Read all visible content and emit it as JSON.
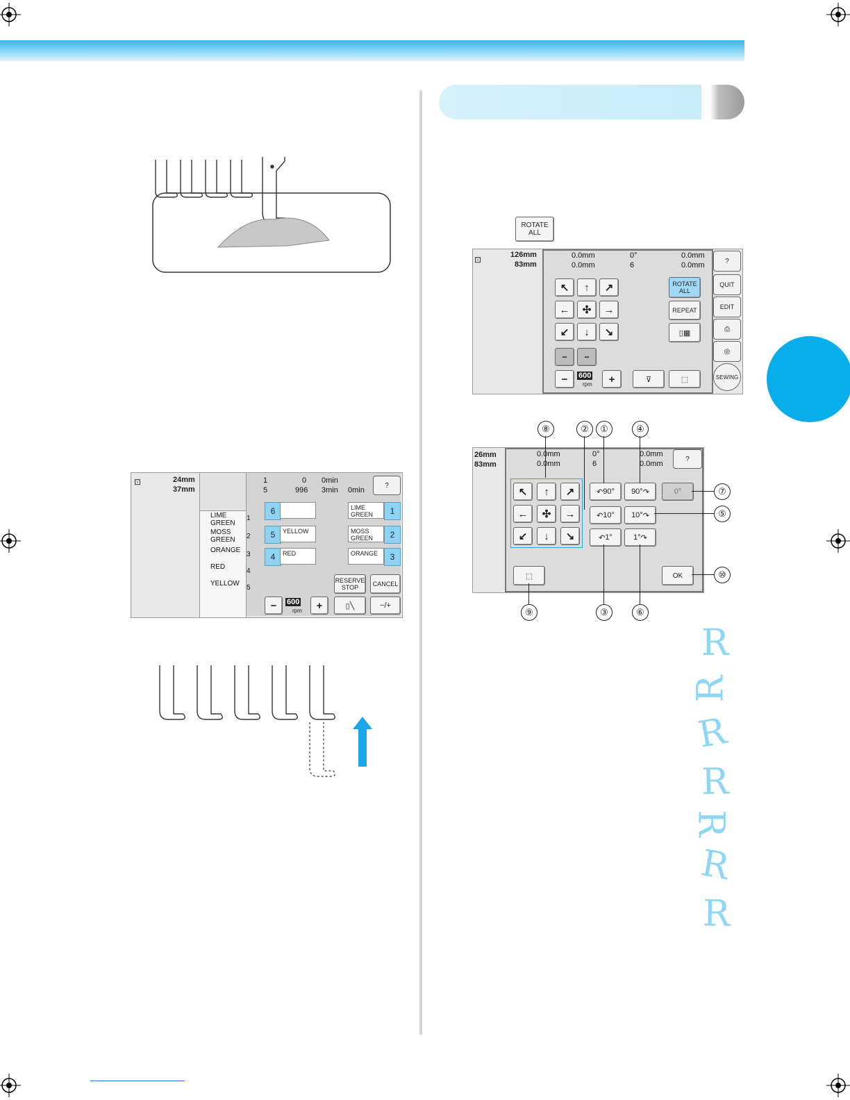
{
  "buttons": {
    "rotate_all_main": "ROTATE\nALL"
  },
  "screen_edit": {
    "size_h": "126mm",
    "size_w": "83mm",
    "readouts": [
      "0.0mm",
      "0.0mm",
      "0°",
      "6",
      "0.0mm",
      "0.0mm"
    ],
    "buttons": {
      "rotate_all": "ROTATE\nALL",
      "repeat": "REPEAT",
      "quit": "QUIT",
      "edit": "EDIT",
      "sewing": "SEWING",
      "speed": "600",
      "speed_unit": "rpm",
      "minus": "−",
      "plus": "+"
    }
  },
  "screen_rotate": {
    "size_h": "26mm",
    "size_w": "83mm",
    "readouts": [
      "0.0mm",
      "0.0mm",
      "0°",
      "6",
      "0.0mm",
      "0.0mm"
    ],
    "buttons": {
      "rot_left_90": "90°",
      "rot_right_90": "90°",
      "rot_left_10": "10°",
      "rot_right_10": "10°",
      "rot_left_1": "1°",
      "rot_right_1": "1°",
      "reset": "0°",
      "ok": "OK"
    },
    "callouts": [
      "①",
      "②",
      "③",
      "④",
      "⑤",
      "⑥",
      "⑦",
      "⑧",
      "⑨",
      "⑩"
    ]
  },
  "screen_thread": {
    "size_h": "24mm",
    "size_w": "37mm",
    "counter_top": "1",
    "counter_bottom": "5",
    "stitch_top": "0",
    "stitch_bottom": "996",
    "time_top": "0min",
    "time_bottom": "3min",
    "time_remaining": "0min",
    "list": [
      {
        "no": "1",
        "color": "LIME\nGREEN"
      },
      {
        "no": "2",
        "color": "MOSS\nGREEN"
      },
      {
        "no": "3",
        "color": "ORANGE"
      },
      {
        "no": "4",
        "color": "RED"
      },
      {
        "no": "5",
        "color": "YELLOW"
      }
    ],
    "needles": [
      {
        "no": "6",
        "color": ""
      },
      {
        "no": "5",
        "color": "YELLOW"
      },
      {
        "no": "4",
        "color": "RED"
      },
      {
        "no": "1",
        "color": "LIME\nGREEN"
      },
      {
        "no": "2",
        "color": "MOSS\nGREEN"
      },
      {
        "no": "3",
        "color": "ORANGE"
      }
    ],
    "buttons": {
      "reserve_stop": "RESERVE\nSTOP",
      "cancel": "CANCEL",
      "speed": "600",
      "speed_unit": "rpm",
      "minus": "−",
      "plus": "+",
      "needle_adj": "−/+"
    }
  },
  "sample_letters": [
    "R",
    "R",
    "R",
    "R",
    "R",
    "R",
    "R"
  ],
  "colors": {
    "accent": "#08aee9",
    "key_blue": "#9fd9f5",
    "lcd_bg": "#dcdcdc"
  }
}
